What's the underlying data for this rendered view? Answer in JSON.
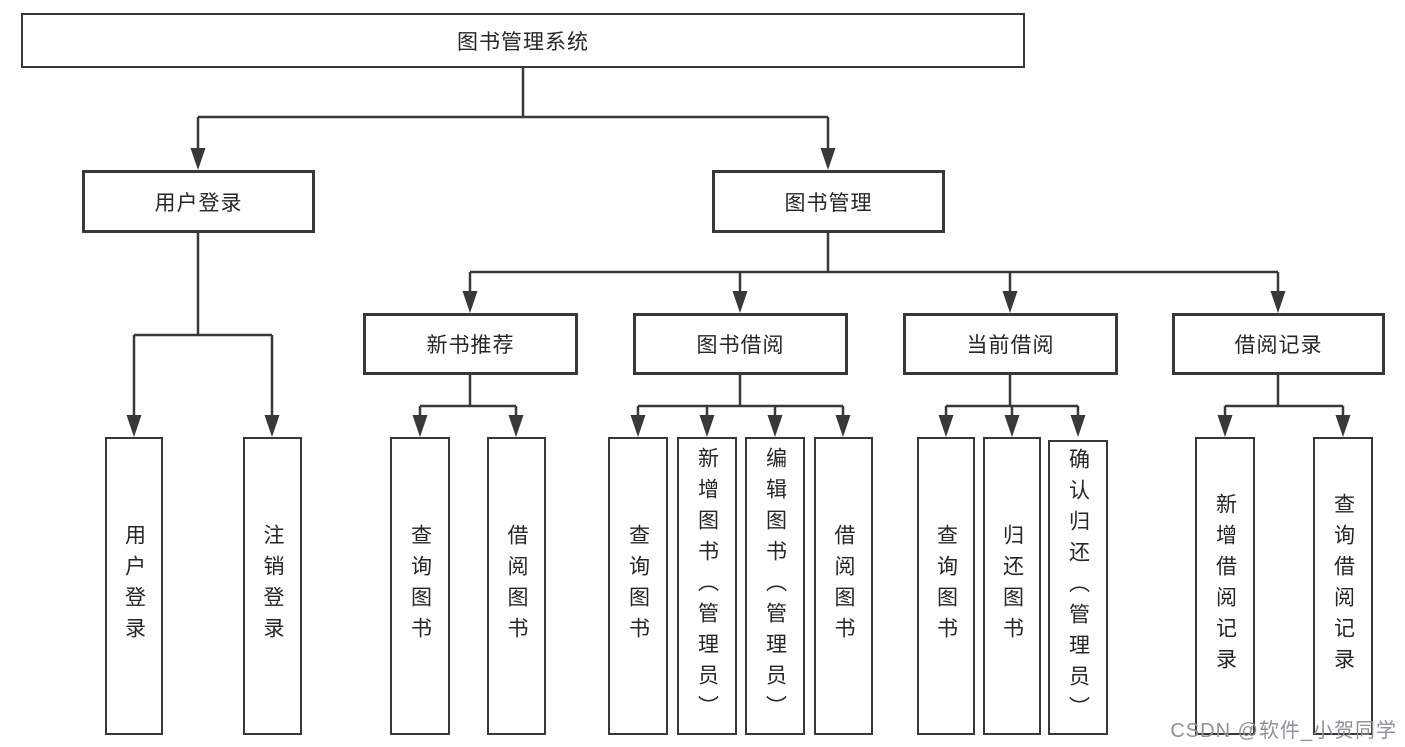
{
  "root": {
    "label": "图书管理系统"
  },
  "branches": [
    {
      "label": "用户登录",
      "children": [
        {
          "label": "用户登录"
        },
        {
          "label": "注销登录"
        }
      ]
    },
    {
      "label": "图书管理",
      "sections": [
        {
          "label": "新书推荐",
          "children": [
            {
              "label": "查询图书"
            },
            {
              "label": "借阅图书"
            }
          ]
        },
        {
          "label": "图书借阅",
          "children": [
            {
              "label": "查询图书"
            },
            {
              "label": "新增图书（管理员）"
            },
            {
              "label": "编辑图书（管理员）"
            },
            {
              "label": "借阅图书"
            }
          ]
        },
        {
          "label": "当前借阅",
          "children": [
            {
              "label": "查询图书"
            },
            {
              "label": "归还图书"
            },
            {
              "label": "确认归还（管理员）"
            }
          ]
        },
        {
          "label": "借阅记录",
          "children": [
            {
              "label": "新增借阅记录"
            },
            {
              "label": "查询借阅记录"
            }
          ]
        }
      ]
    }
  ],
  "watermark": "CSDN @软件_小贺同学",
  "colors": {
    "line": "#383838",
    "text": "#262626",
    "watermark": "#8d9298"
  }
}
